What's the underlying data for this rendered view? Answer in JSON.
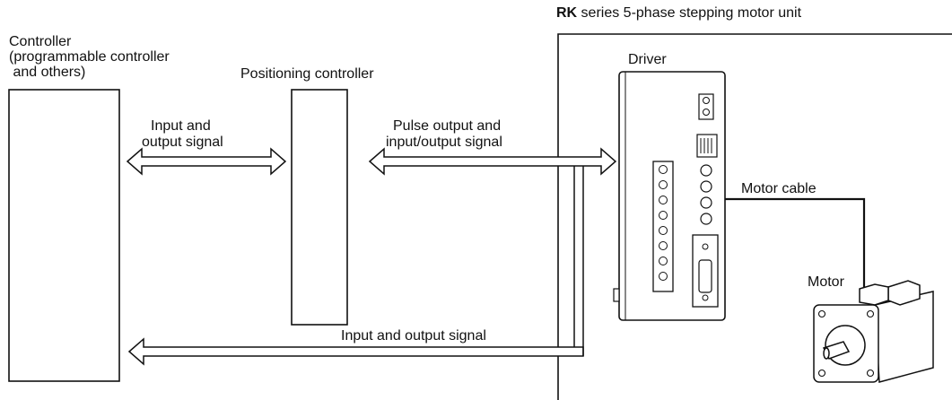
{
  "unit_title": {
    "series_code": "RK",
    "rest": " series 5-phase stepping motor unit"
  },
  "labels": {
    "controller_line1": "Controller",
    "controller_line2": "(programmable controller",
    "controller_line3": " and others)",
    "positioning_controller": "Positioning controller",
    "io_signal_line1": "Input and",
    "io_signal_line2": "output signal",
    "pulse_line1": "Pulse output and",
    "pulse_line2": "input/output signal",
    "driver": "Driver",
    "motor_cable": "Motor cable",
    "motor": "Motor",
    "bottom_io_signal": "Input and output signal"
  },
  "colors": {
    "line": "#111111",
    "background": "#ffffff"
  }
}
